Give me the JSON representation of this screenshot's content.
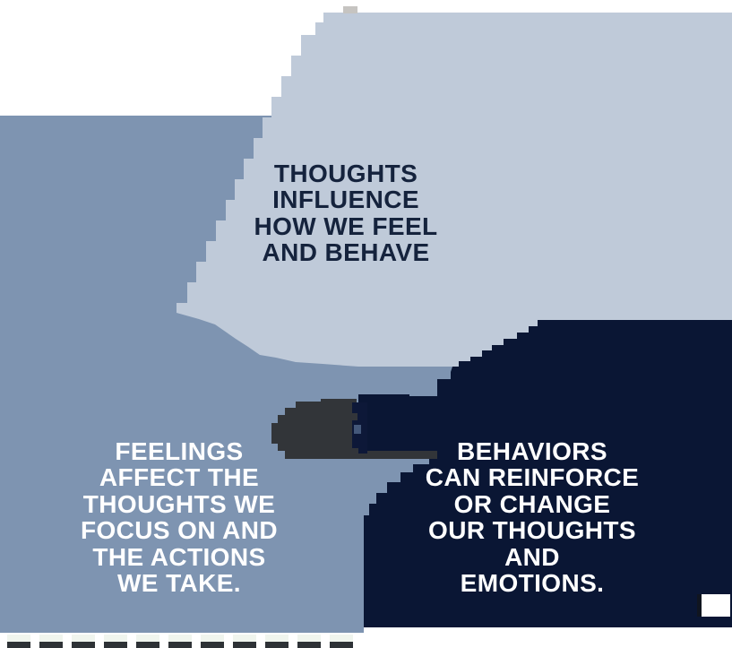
{
  "diagram": {
    "title_hidden": "",
    "regions": {
      "thoughts": {
        "lines": [
          "THOUGHTS",
          "INFLUENCE",
          "HOW WE FEEL",
          "AND BEHAVE"
        ],
        "bg_color": "#bfcad9",
        "text_color": "#15233d"
      },
      "feelings": {
        "lines": [
          "FEELINGS",
          "AFFECT THE",
          "THOUGHTS WE",
          "FOCUS ON AND",
          "THE ACTIONS",
          "WE TAKE."
        ],
        "bg_color": "#7e94b1",
        "text_color": "#ffffff"
      },
      "behaviors": {
        "lines": [
          "BEHAVIORS",
          "CAN REINFORCE",
          "OR CHANGE",
          "OUR THOUGHTS",
          "AND",
          "EMOTIONS."
        ],
        "bg_color": "#0a1634",
        "text_color": "#ffffff"
      }
    },
    "artifacts": {
      "center_arrow_blob_color": "#323539",
      "center_glyph_colors": [
        "#0d1838",
        "#44587a",
        "#32353a"
      ],
      "apex_notch_color": "#c6c4c1",
      "bottom_right_box_color": "#ffffff",
      "bottom_right_sliver_color": "#101520",
      "bottom_dash_color": "#2e3236",
      "page_background": "#ffffff"
    }
  }
}
